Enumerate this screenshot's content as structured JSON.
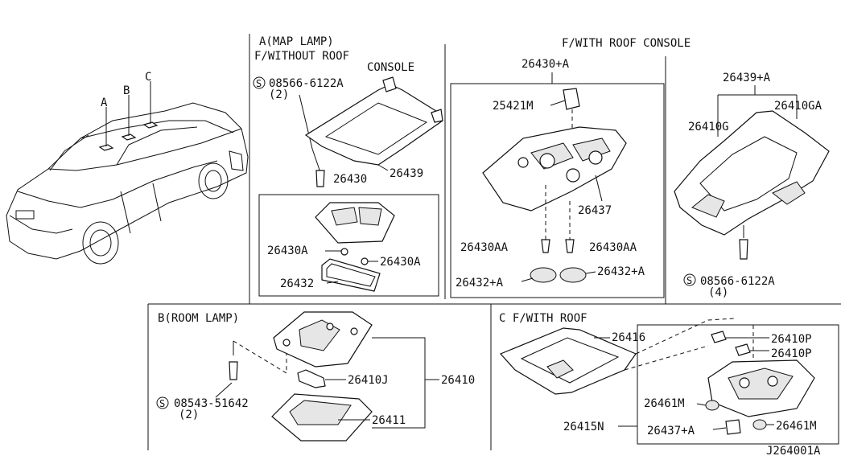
{
  "car_labels": {
    "a": "A",
    "b": "B",
    "c": "C"
  },
  "section_a": {
    "title_1": "A(MAP LAMP)",
    "title_2": "F/WITHOUT ROOF",
    "title_3": "CONSOLE",
    "screw_symbol": "S",
    "screw": "08566-6122A",
    "screw_qty": "(2)",
    "parts": {
      "p26430": "26430",
      "p26439": "26439",
      "p26430A_1": "26430A",
      "p26430A_2": "26430A",
      "p26432": "26432"
    }
  },
  "section_f": {
    "title": "F/WITH ROOF CONSOLE",
    "parts": {
      "p26430A_plus": "26430+A",
      "p25421M": "25421M",
      "p26437": "26437",
      "p26430AA_1": "26430AA",
      "p26430AA_2": "26430AA",
      "p26432A_1": "26432+A",
      "p26432A_2": "26432+A"
    }
  },
  "section_right": {
    "parts": {
      "p26439A": "26439+A",
      "p26410G": "26410G",
      "p26410GA": "26410GA"
    },
    "screw_symbol": "S",
    "screw": "08566-6122A",
    "screw_qty": "(4)"
  },
  "section_b": {
    "title": "B(ROOM LAMP)",
    "screw_symbol": "S",
    "screw": "08543-51642",
    "screw_qty": "(2)",
    "parts": {
      "p26410J": "26410J",
      "p26410": "26410",
      "p26411": "26411"
    }
  },
  "section_c": {
    "title": "C F/WITH ROOF",
    "parts": {
      "p26416": "26416",
      "p26410P_1": "26410P",
      "p26410P_2": "26410P",
      "p26461M_1": "26461M",
      "p26461M_2": "26461M",
      "p26415N": "26415N",
      "p26437A": "26437+A"
    }
  },
  "diagram_code": "J264001A"
}
